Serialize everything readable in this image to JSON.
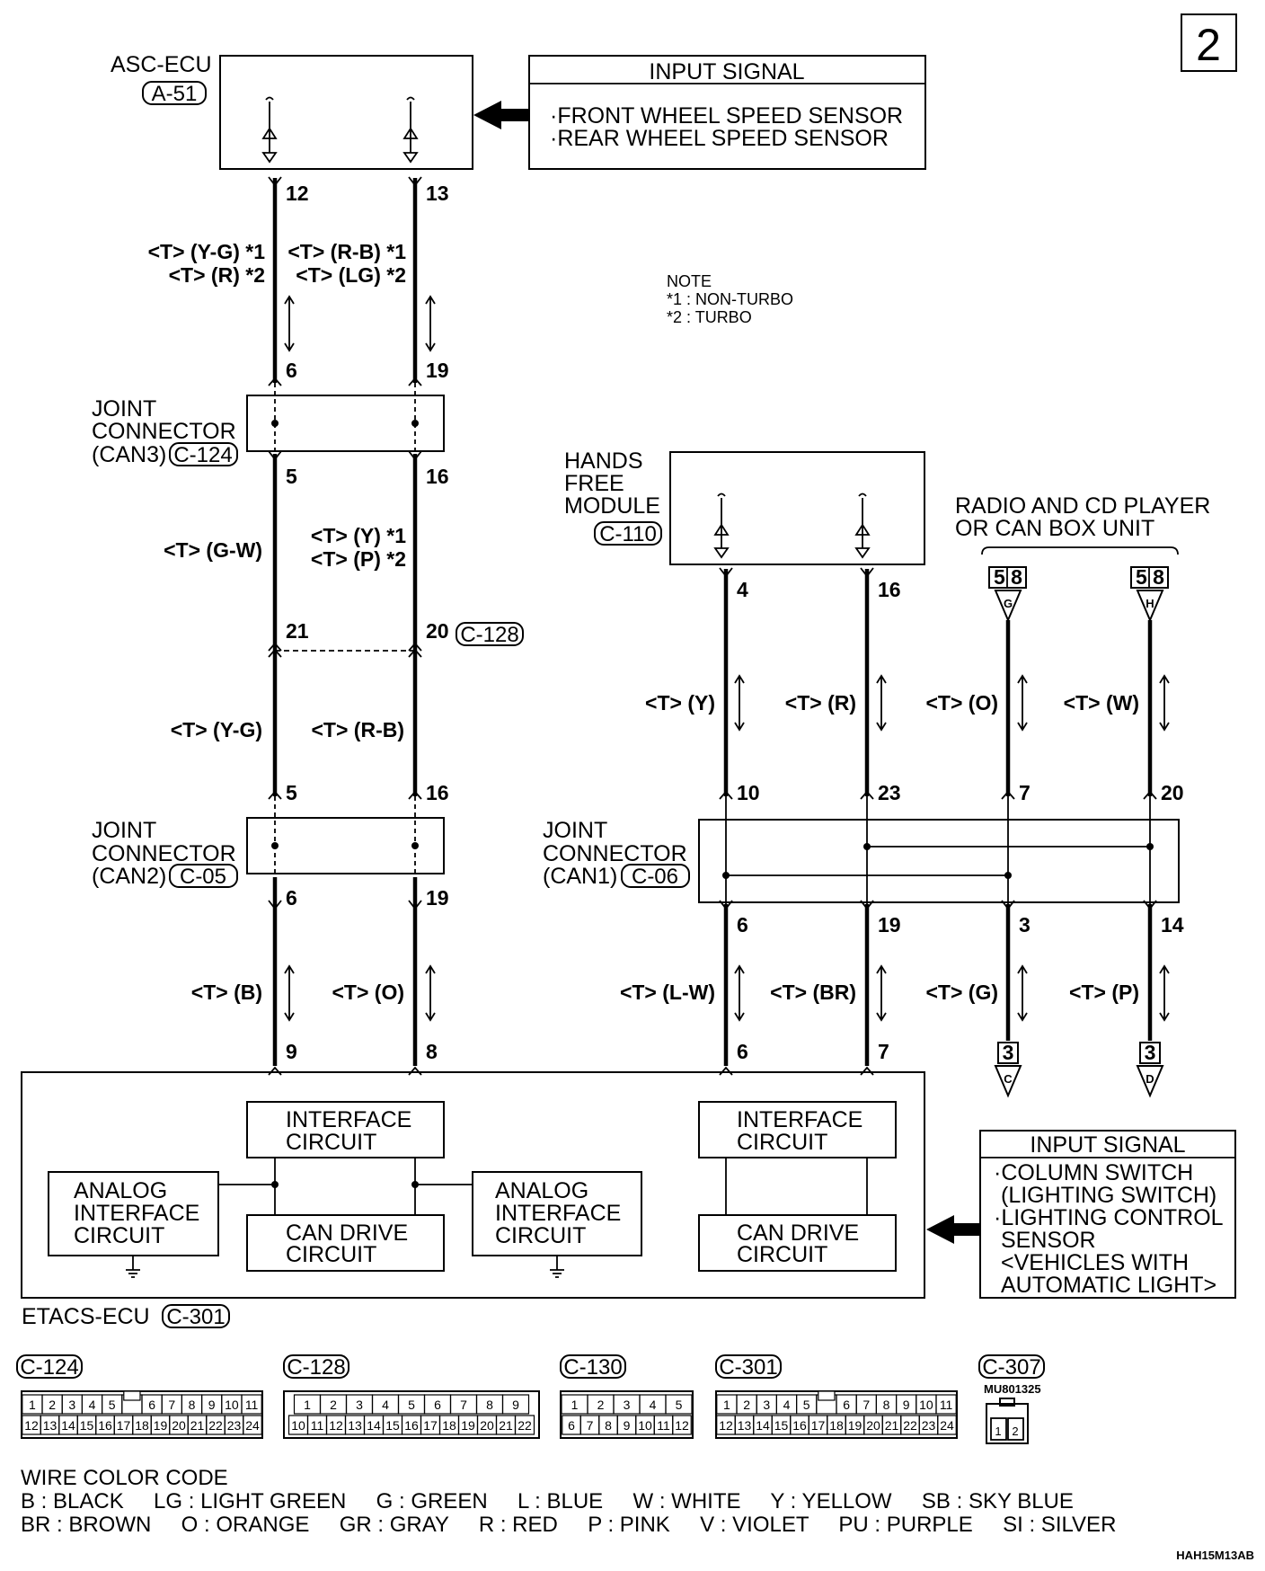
{
  "page_number": "2",
  "asc_ecu": {
    "label": "ASC-ECU",
    "connector": "A-51"
  },
  "input_signal_top": {
    "title": "INPUT SIGNAL",
    "items": [
      "·FRONT WHEEL SPEED SENSOR",
      "·REAR WHEEL SPEED SENSOR"
    ]
  },
  "note": {
    "title": "NOTE",
    "items": [
      "*1 : NON-TURBO",
      "*2 : TURBO"
    ]
  },
  "pins": {
    "asc_12": "12",
    "asc_13": "13",
    "jc3_in_6": "6",
    "jc3_in_19": "19",
    "jc3_out_5": "5",
    "jc3_out_16": "16",
    "c128_21": "21",
    "c128_20": "20",
    "jc2_in_5": "5",
    "jc2_in_16": "16",
    "jc2_out_6": "6",
    "jc2_out_19": "19",
    "etacs_9": "9",
    "etacs_8": "8",
    "hfm_4": "4",
    "hfm_16": "16",
    "jc1_in_10": "10",
    "jc1_in_23": "23",
    "jc1_in_7": "7",
    "jc1_in_20": "20",
    "jc1_out_6": "6",
    "jc1_out_19": "19",
    "jc1_out_3": "3",
    "jc1_out_14": "14",
    "etacs_6": "6",
    "etacs_7": "7"
  },
  "wires": {
    "w1a": "<T> (Y-G) *1",
    "w1b": "<T> (R) *2",
    "w2a": "<T> (R-B) *1",
    "w2b": "<T> (LG) *2",
    "w3": "<T> (G-W)",
    "w4a": "<T> (Y) *1",
    "w4b": "<T> (P) *2",
    "w5": "<T> (Y-G)",
    "w6": "<T> (R-B)",
    "w7": "<T> (B)",
    "w8": "<T> (O)",
    "w9": "<T> (Y)",
    "w10": "<T> (R)",
    "w11": "<T> (O)",
    "w12": "<T> (W)",
    "w13": "<T> (L-W)",
    "w14": "<T> (BR)",
    "w15": "<T> (G)",
    "w16": "<T> (P)"
  },
  "joint3": {
    "line1": "JOINT",
    "line2": "CONNECTOR",
    "line3": "(CAN3)",
    "connector": "C-124"
  },
  "joint2": {
    "line1": "JOINT",
    "line2": "CONNECTOR",
    "line3": "(CAN2)",
    "connector": "C-05"
  },
  "joint1": {
    "line1": "JOINT",
    "line2": "CONNECTOR",
    "line3": "(CAN1)",
    "connector": "C-06"
  },
  "c128_label": "C-128",
  "hands_free": {
    "line1": "HANDS",
    "line2": "FREE",
    "line3": "MODULE",
    "connector": "C-110"
  },
  "radio": {
    "line1": "RADIO AND CD PLAYER",
    "line2": "OR CAN BOX UNIT"
  },
  "offpage": {
    "g_ref": "5 8",
    "g_letter": "G",
    "h_ref": "5 8",
    "h_letter": "H",
    "c_ref": "3",
    "c_letter": "C",
    "d_ref": "3",
    "d_letter": "D"
  },
  "etacs": {
    "label": "ETACS-ECU",
    "connector": "C-301",
    "interface_left": [
      "INTERFACE",
      "CIRCUIT"
    ],
    "interface_right": [
      "INTERFACE",
      "CIRCUIT"
    ],
    "analog_left": [
      "ANALOG",
      "INTERFACE",
      "CIRCUIT"
    ],
    "analog_right": [
      "ANALOG",
      "INTERFACE",
      "CIRCUIT"
    ],
    "can_drive_left": [
      "CAN DRIVE",
      "CIRCUIT"
    ],
    "can_drive_right": [
      "CAN DRIVE",
      "CIRCUIT"
    ]
  },
  "input_signal_bottom": {
    "title": "INPUT SIGNAL",
    "items": [
      "·COLUMN SWITCH",
      "(LIGHTING SWITCH)",
      "·LIGHTING CONTROL",
      "SENSOR",
      "<VEHICLES WITH",
      "AUTOMATIC LIGHT>"
    ]
  },
  "connector_views": {
    "c124": {
      "label": "C-124",
      "row1": [
        "1",
        "2",
        "3",
        "4",
        "5",
        "",
        "6",
        "7",
        "8",
        "9",
        "10",
        "11"
      ],
      "row2": [
        "12",
        "13",
        "14",
        "15",
        "16",
        "17",
        "18",
        "19",
        "20",
        "21",
        "22",
        "23",
        "24"
      ]
    },
    "c128": {
      "label": "C-128",
      "row1": [
        "1",
        "2",
        "3",
        "4",
        "5",
        "6",
        "7",
        "8",
        "9"
      ],
      "row2": [
        "10",
        "11",
        "12",
        "13",
        "14",
        "15",
        "16",
        "17",
        "18",
        "19",
        "20",
        "21",
        "22"
      ]
    },
    "c130": {
      "label": "C-130",
      "row1": [
        "1",
        "2",
        "3",
        "4",
        "5"
      ],
      "row2": [
        "6",
        "7",
        "8",
        "9",
        "10",
        "11",
        "12"
      ]
    },
    "c301": {
      "label": "C-301",
      "row1": [
        "1",
        "2",
        "3",
        "4",
        "5",
        "",
        "6",
        "7",
        "8",
        "9",
        "10",
        "11"
      ],
      "row2": [
        "12",
        "13",
        "14",
        "15",
        "16",
        "17",
        "18",
        "19",
        "20",
        "21",
        "22",
        "23",
        "24"
      ]
    },
    "c307": {
      "label": "C-307",
      "part": "MU801325",
      "pins": [
        "1",
        "2"
      ]
    }
  },
  "color_code": {
    "title": "WIRE COLOR CODE",
    "line1": "B : BLACK     LG : LIGHT GREEN     G : GREEN     L : BLUE     W : WHITE     Y : YELLOW     SB : SKY BLUE",
    "line2": "BR : BROWN     O : ORANGE     GR : GRAY     R : RED     P : PINK     V : VIOLET     PU : PURPLE     SI : SILVER"
  },
  "figure_code": "HAH15M13AB"
}
